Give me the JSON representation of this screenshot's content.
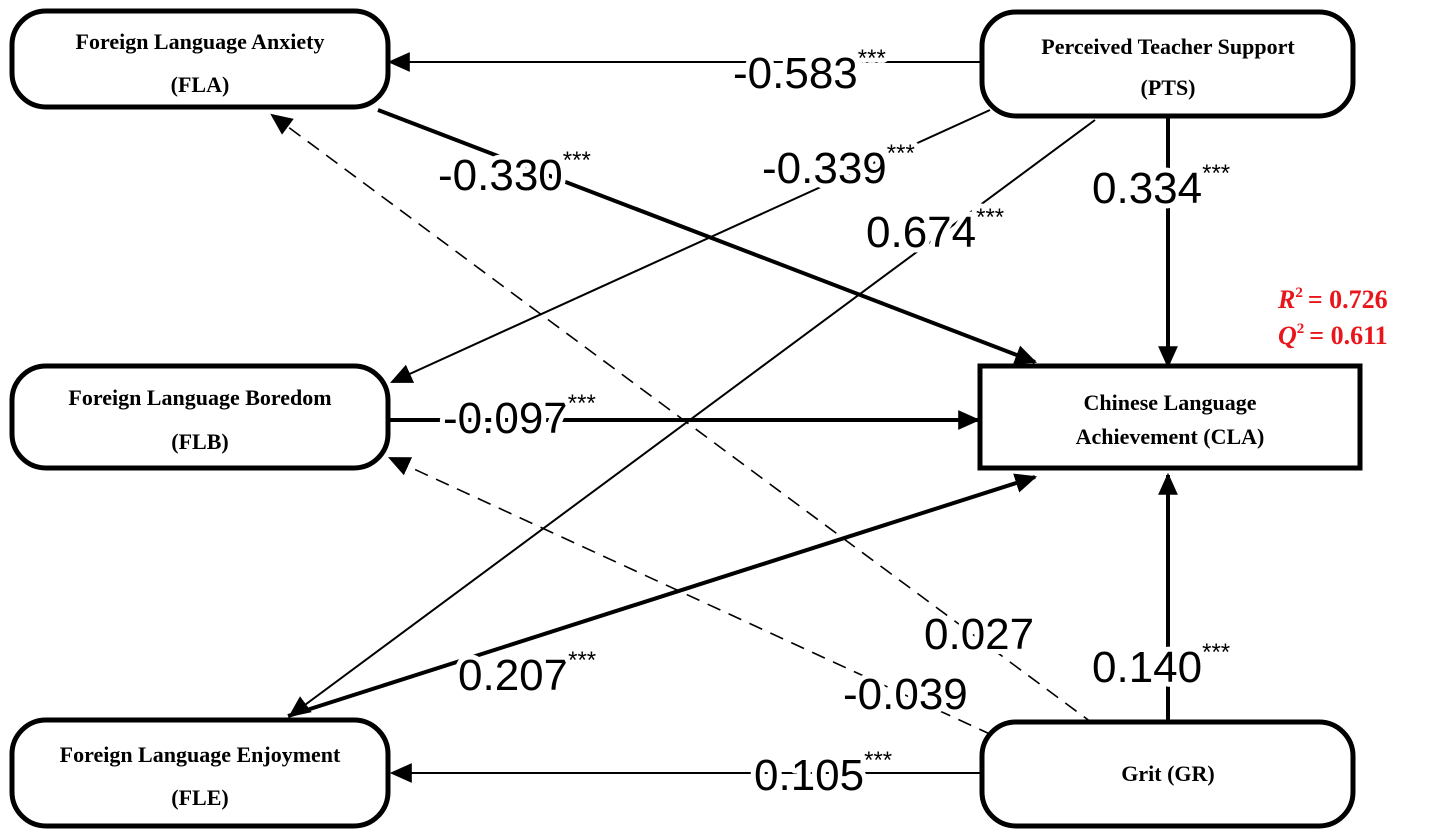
{
  "nodes": {
    "fla": {
      "name": "Foreign Language Anxiety",
      "abbr": "(FLA)"
    },
    "flb": {
      "name": "Foreign Language Boredom",
      "abbr": "(FLB)"
    },
    "fle": {
      "name": "Foreign Language Enjoyment",
      "abbr": "(FLE)"
    },
    "pts": {
      "name": "Perceived Teacher Support",
      "abbr": "(PTS)"
    },
    "cla": {
      "name_line1": "Chinese Language",
      "name_line2": "Achievement (CLA)"
    },
    "gr": {
      "name": "Grit (GR)"
    }
  },
  "paths": {
    "pts_fla": {
      "coef": "-0.583",
      "sig": "***"
    },
    "fla_cla": {
      "coef": "-0.330",
      "sig": "***"
    },
    "pts_flb": {
      "coef": "-0.339",
      "sig": "***"
    },
    "pts_fle": {
      "coef": "0.674",
      "sig": "***"
    },
    "pts_cla": {
      "coef": "0.334",
      "sig": "***"
    },
    "flb_cla": {
      "coef": "-0.097",
      "sig": "***"
    },
    "fle_cla": {
      "coef": "0.207",
      "sig": "***"
    },
    "gr_fla": {
      "coef": "0.027",
      "sig": ""
    },
    "gr_flb": {
      "coef": "-0.039",
      "sig": ""
    },
    "gr_cla": {
      "coef": "0.140",
      "sig": "***"
    },
    "gr_fle": {
      "coef": "0.105",
      "sig": "***"
    }
  },
  "fit": {
    "r2_symbol": "R",
    "r2_sup": "2",
    "r2_value": "= 0.726",
    "q2_symbol": "Q",
    "q2_sup": "2",
    "q2_value": "= 0.611",
    "color": "#e8161b"
  }
}
